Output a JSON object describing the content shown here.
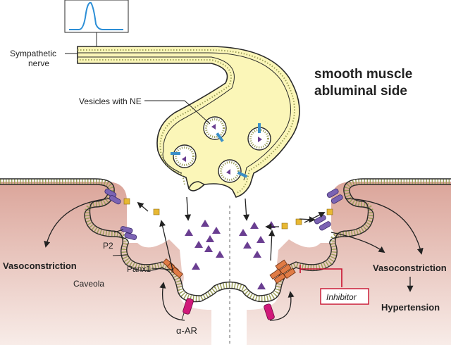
{
  "title": {
    "line1": "smooth muscle",
    "line2": "abluminal side"
  },
  "labels": {
    "nerve_line1": "Sympathetic",
    "nerve_line2": "nerve",
    "vesicles": "Vesicles with NE",
    "p2": "P2",
    "caveola": "Caveola",
    "panx1": "Panx1",
    "alpha_ar": "α-AR",
    "inhibitor": "Inhibitor",
    "vasoconstriction_left": "Vasoconstriction",
    "vasoconstriction_right": "Vasoconstriction",
    "hypertension": "Hypertension"
  },
  "colors": {
    "nerve_fill": "#fbf6b8",
    "membrane": "#2a2a2a",
    "tissue": "#e7b8ae",
    "receptor": "#7b63b3",
    "channel": "#e07b45",
    "alpha_ar": "#d0197a",
    "atp": "#e8b832",
    "ne": "#6a3e91",
    "vesicle_channel": "#3a8fc8",
    "inhibitor": "#c8102e",
    "trace": "#2b8ed6"
  }
}
